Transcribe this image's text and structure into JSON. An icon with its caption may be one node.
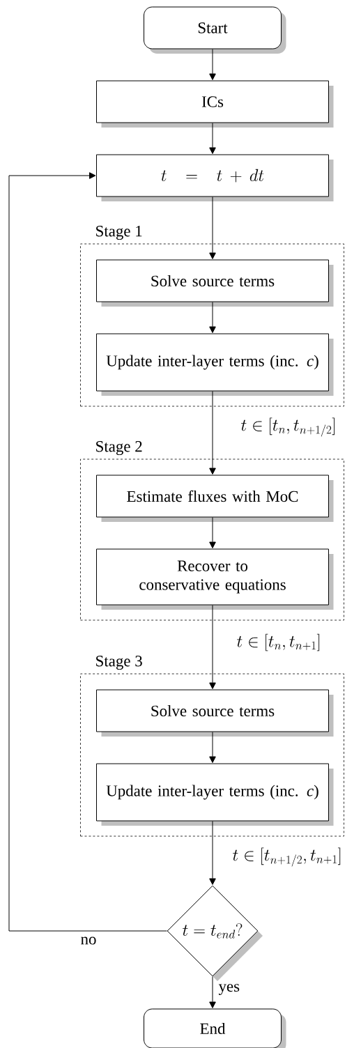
{
  "diagram": {
    "nodes": [
      {
        "text": [
          "Start"
        ]
      },
      {
        "text": [
          "ICs"
        ]
      },
      {
        "text": [
          "t \\ = \\ t + dt"
        ]
      },
      {
        "text": [
          "Stage 1"
        ]
      },
      {
        "text": [
          "Solve source terms"
        ],
        "in": 3
      },
      {
        "text": [
          "Update inter-layer terms (inc. *c*)"
        ],
        "in": 3
      },
      {
        "text": [
          "Stage 2"
        ]
      },
      {
        "text": [
          "Estimate fluxes with MoC"
        ],
        "in": 6
      },
      {
        "text": [
          "Recover to conservative equations"
        ],
        "in": 6
      },
      {
        "text": [
          "Stage 3"
        ]
      },
      {
        "text": [
          "Solve source terms"
        ],
        "in": 9
      },
      {
        "text": [
          "Update inter-layer terms (inc. *c*)"
        ],
        "in": 9
      },
      {
        "text": [
          "t = t_{end}?"
        ]
      },
      {
        "text": [
          "End"
        ]
      }
    ],
    "edges": [
      {
        "from": 0,
        "to": 1,
        "arrow": "to"
      },
      {
        "from": 1,
        "to": 2,
        "arrow": "to"
      },
      {
        "from": 2,
        "to": 4,
        "arrow": "to"
      },
      {
        "from": 4,
        "to": 5,
        "arrow": "to"
      },
      {
        "from": 5,
        "to": 7,
        "arrow": "to",
        "label": "t \\in [t_n, t_{n+1/2}]"
      },
      {
        "from": 7,
        "to": 8,
        "arrow": "to"
      },
      {
        "from": 8,
        "to": 10,
        "arrow": "to",
        "label": "t \\in [t_n, t_{n+1}]"
      },
      {
        "from": 10,
        "to": 11,
        "arrow": "to"
      },
      {
        "from": 11,
        "to": 12,
        "arrow": "to",
        "label": "t \\in [t_{n+1/2}, t_{n+1}]"
      },
      {
        "from": 12,
        "to": 2,
        "arrow": "to",
        "label": "no"
      },
      {
        "from": 12,
        "to": 13,
        "arrow": "to",
        "label": "yes"
      }
    ]
  }
}
